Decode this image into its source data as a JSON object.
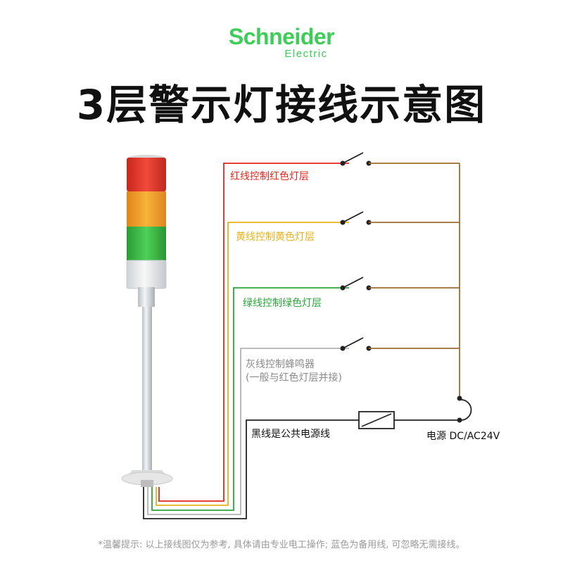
{
  "brand": {
    "name": "Schneider",
    "sub": "Electric"
  },
  "title": "3层警示灯接线示意图",
  "labels": {
    "red": "红线控制红色灯层",
    "yellow": "黄线控制黄色灯层",
    "green": "绿线控制绿色灯层",
    "gray_line1": "灰线控制蜂鸣器",
    "gray_line2": "(一般与红色灯层并接)",
    "black": "黑线是公共电源线",
    "power": "电源 DC/AC24V"
  },
  "footer": "*温馨提示: 以上接线图仅为参考, 具体请由专业电工操作; 蓝色为备用线, 可忽略无需接线。",
  "colors": {
    "brand": "#3dcd58",
    "red": "#e52620",
    "yellow": "#e8b21a",
    "green": "#2aa53a",
    "gray": "#b3b3b3",
    "black": "#222222",
    "brown": "#9c6b2e"
  }
}
